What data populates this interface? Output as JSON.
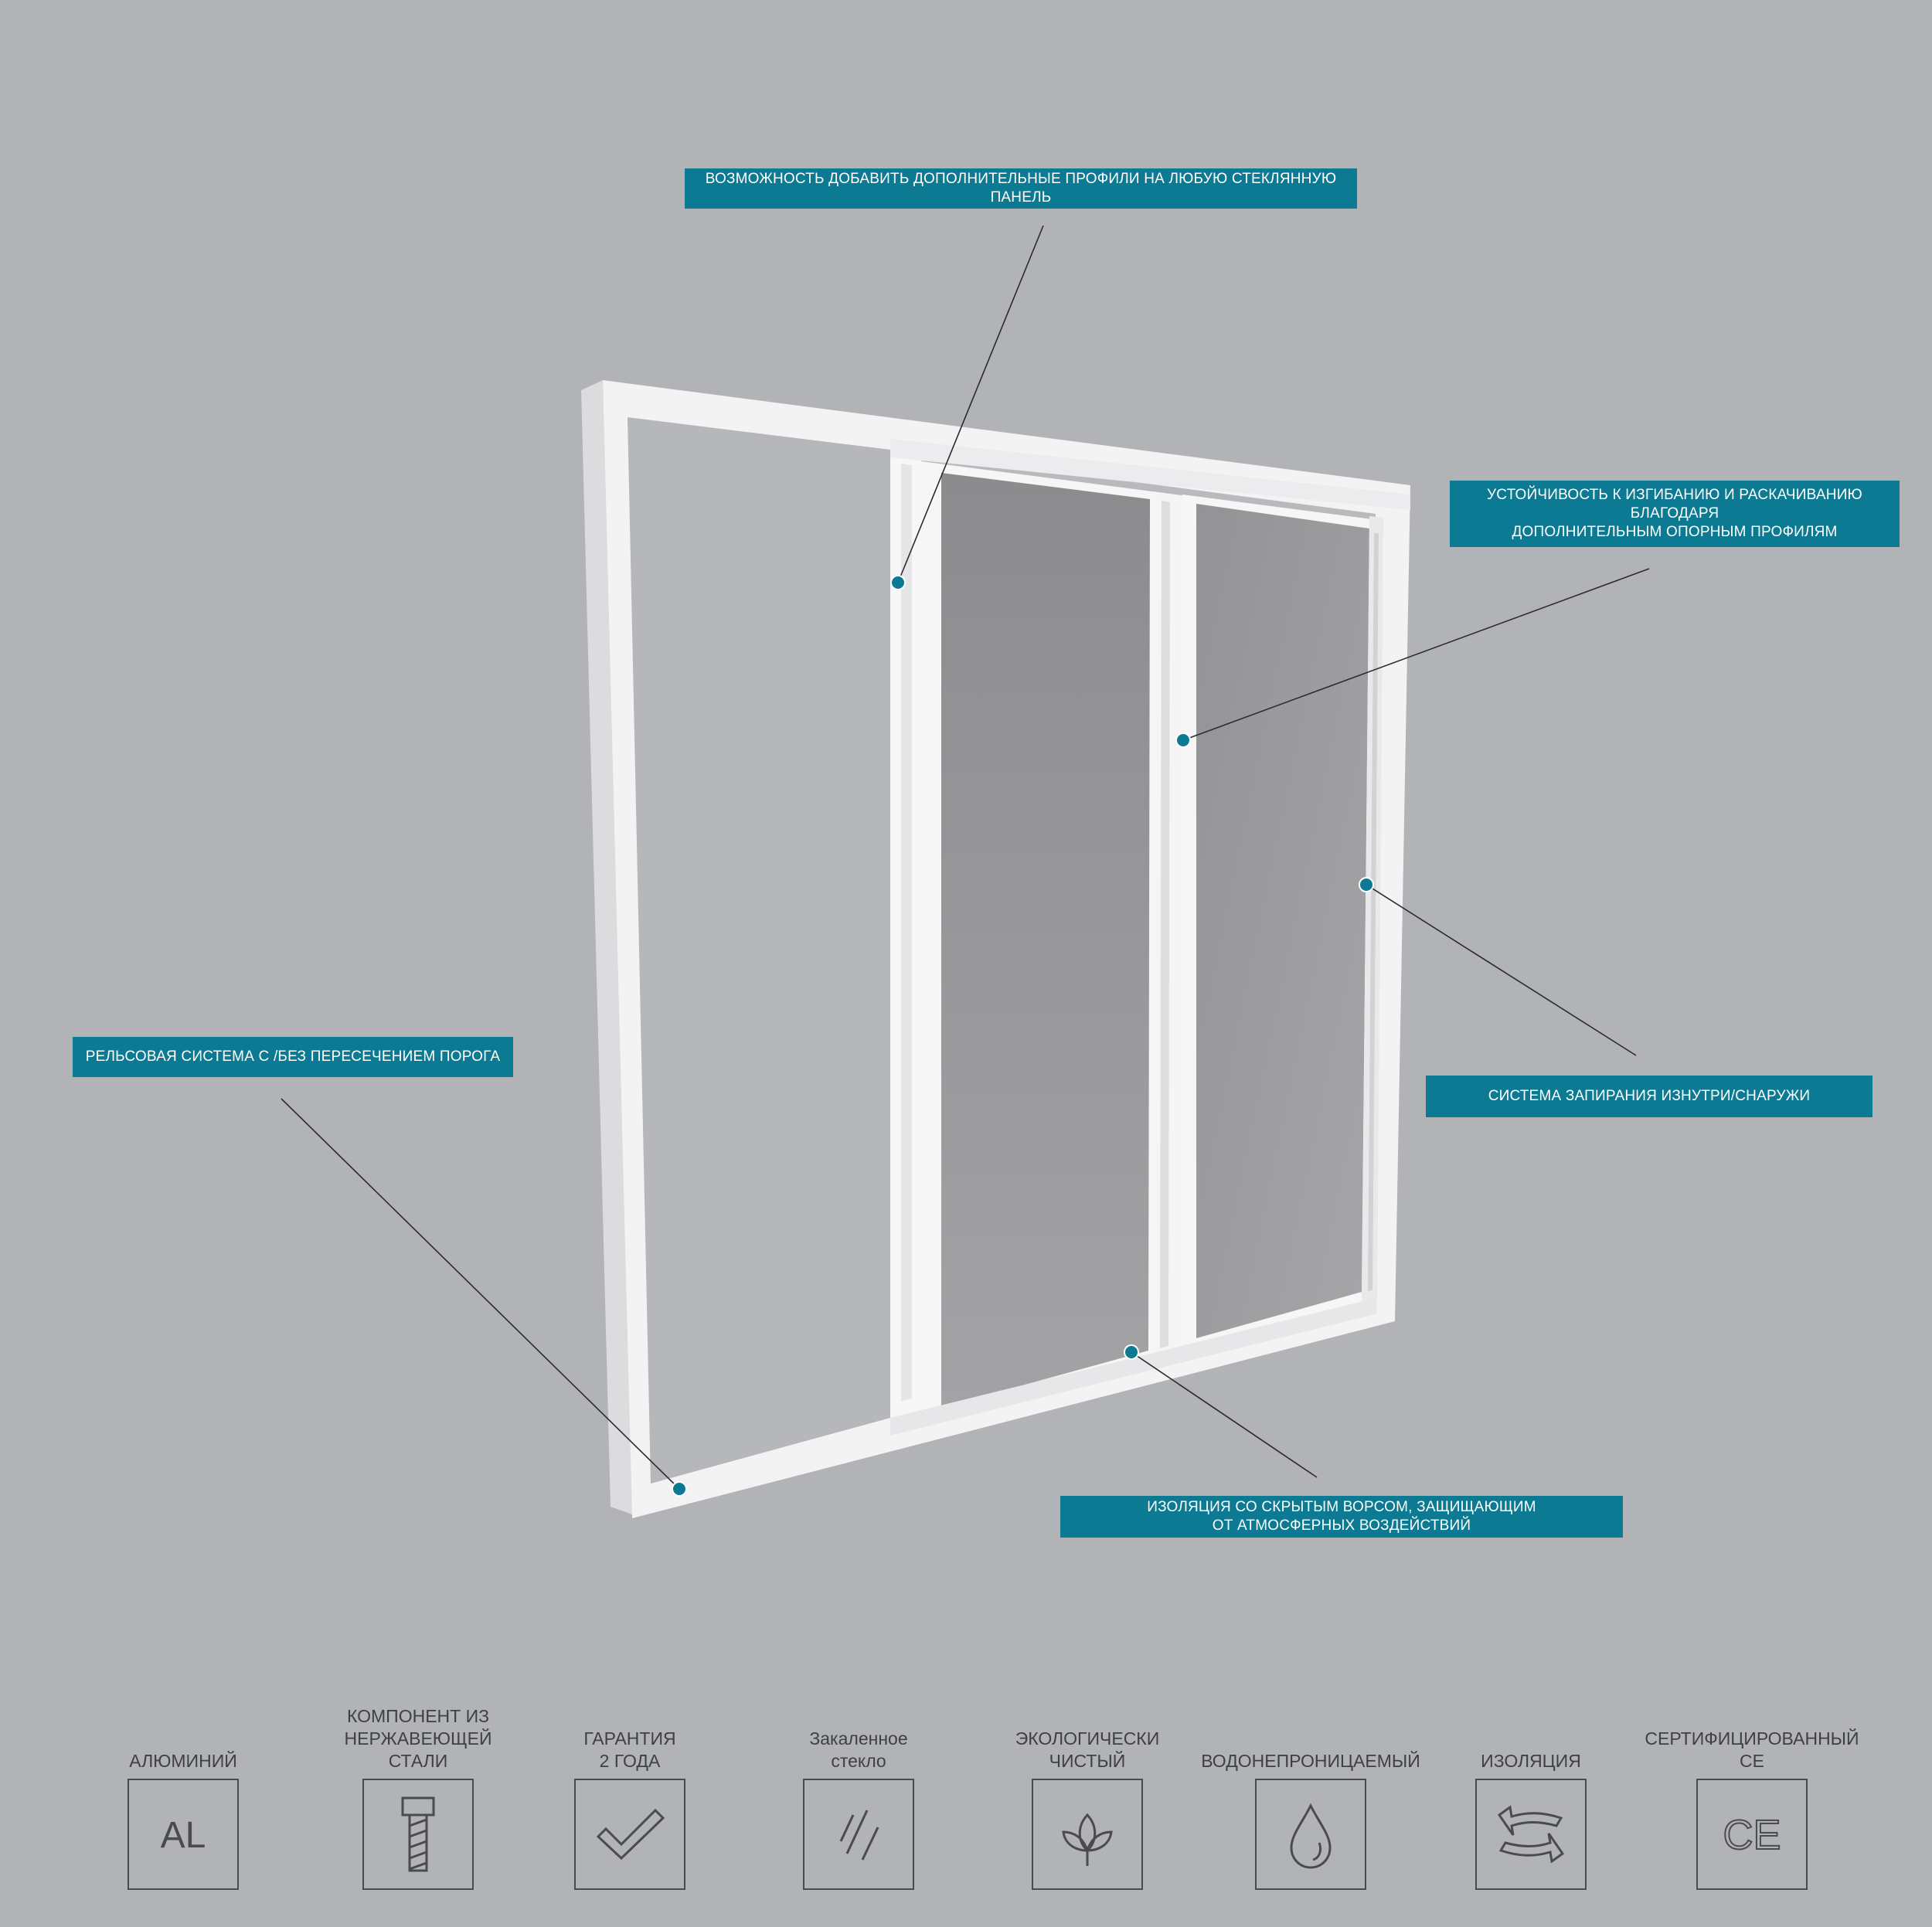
{
  "callouts": {
    "profiles": "ВОЗМОЖНОСТЬ ДОБАВИТЬ ДОПОЛНИТЕЛЬНЫЕ ПРОФИЛИ НА ЛЮБУЮ СТЕКЛЯННУЮ ПАНЕЛЬ",
    "stability": "УСТОЙЧИВОСТЬ К ИЗГИБАНИЮ И РАСКАЧИВАНИЮ БЛАГОДАРЯ\nДОПОЛНИТЕЛЬНЫМ ОПОРНЫМ ПРОФИЛЯМ",
    "locking": "СИСТЕМА ЗАПИРАНИЯ ИЗНУТРИ/СНАРУЖИ",
    "rail": "РЕЛЬСОВАЯ СИСТЕМА С /БЕЗ ПЕРЕСЕЧЕНИЕМ ПОРОГА",
    "insulation": "ИЗОЛЯЦИЯ СО СКРЫТЫМ ВОРСОМ, ЗАЩИЩАЮЩИМ\nОТ АТМОСФЕРНЫХ ВОЗДЕЙСТВИЙ"
  },
  "features": [
    {
      "label": "АЛЮМИНИЙ",
      "icon": "aluminium-icon",
      "icon_text": "AL"
    },
    {
      "label": "КОМПОНЕНТ ИЗ\nНЕРЖАВЕЮЩЕЙ СТАЛИ",
      "icon": "screw-icon"
    },
    {
      "label": "ГАРАНТИЯ\n2 ГОДА",
      "icon": "checkmark-icon"
    },
    {
      "label": "Закаленное\nстекло",
      "icon": "glass-icon"
    },
    {
      "label": "ЭКОЛОГИЧЕСКИ\nЧИСТЫЙ",
      "icon": "leaf-icon"
    },
    {
      "label": "ВОДОНЕПРОНИЦАЕМЫЙ",
      "icon": "water-drop-icon"
    },
    {
      "label": "ИЗОЛЯЦИЯ",
      "icon": "insulation-arrows-icon"
    },
    {
      "label": "СЕРТИФИЦИРОВАННЫЙ\nCE",
      "icon": "ce-mark-icon",
      "icon_text": "CE"
    }
  ],
  "colors": {
    "background": "#b2b3b6",
    "accent": "#0b7a92",
    "frame": "#f4f4f5",
    "glass": "#8f8f92",
    "icon_stroke": "#4a4b4e"
  }
}
